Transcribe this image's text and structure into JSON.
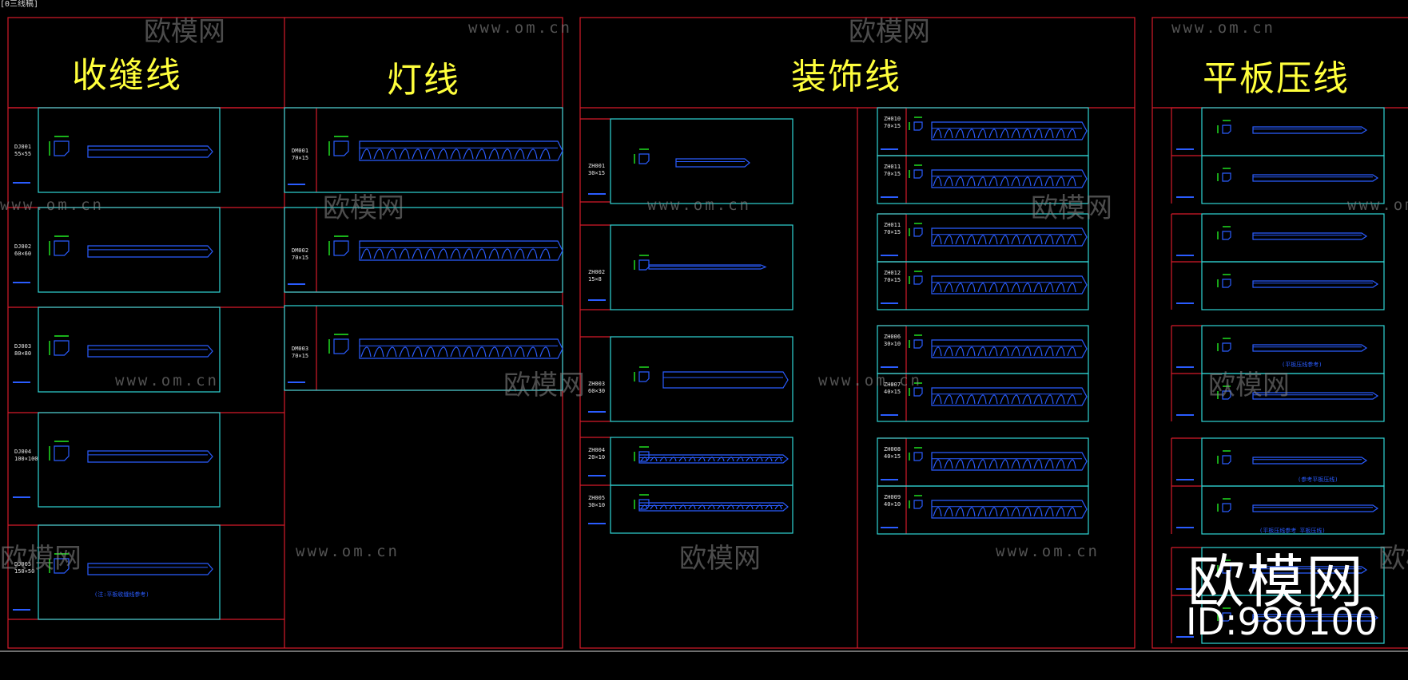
{
  "window_title": "[0三线稿]",
  "sections": {
    "s1_title": "收缝线",
    "s2_title": "灯线",
    "s3_title": "装饰线",
    "s4_title": "平板压线"
  },
  "shoujf": [
    {
      "code": "DJ001",
      "size": "55×55",
      "note": ""
    },
    {
      "code": "DJ002",
      "size": "60×60",
      "note": ""
    },
    {
      "code": "DJ003",
      "size": "80×80",
      "note": ""
    },
    {
      "code": "DJ004",
      "size": "100×100",
      "note": ""
    },
    {
      "code": "DJ005",
      "size": "150×50",
      "note": "(注:平板收缝线参考)"
    }
  ],
  "dengx": [
    {
      "code": "DM001",
      "size": "70×15"
    },
    {
      "code": "DM002",
      "size": "70×15"
    },
    {
      "code": "DM003",
      "size": "70×15"
    }
  ],
  "zhuangs_left": [
    {
      "code": "ZH001",
      "size": "30×15"
    },
    {
      "code": "ZH002",
      "size": "15×8"
    },
    {
      "code": "ZH003",
      "size": "60×30"
    },
    {
      "code": "ZH004",
      "size": "20×10"
    },
    {
      "code": "ZH005",
      "size": "30×10"
    }
  ],
  "zhuangs_right": [
    {
      "code": "ZH010",
      "size": "70×15"
    },
    {
      "code": "ZH011",
      "size": "70×15"
    },
    {
      "code": "ZH011",
      "size": "70×15"
    },
    {
      "code": "ZH012",
      "size": "70×15"
    },
    {
      "code": "ZH006",
      "size": "30×10"
    },
    {
      "code": "ZH007",
      "size": "40×15"
    },
    {
      "code": "ZH008",
      "size": "40×15"
    },
    {
      "code": "ZH009",
      "size": "40×10"
    }
  ],
  "pingb_notes": [
    "(平板压线参考)",
    "(参考平板压线)",
    "(平板压线参考 平板压线)"
  ],
  "watermark": {
    "brand": "欧模网",
    "url": "www.om.cn",
    "logo_text": "欧模网",
    "id_text": "ID:980100"
  },
  "colors": {
    "background": "#000000",
    "frame": "#d61a2a",
    "box": "#2fd6d6",
    "drawing": "#2a5cff",
    "title": "#ffff3c",
    "dimension": "#22ee22"
  }
}
